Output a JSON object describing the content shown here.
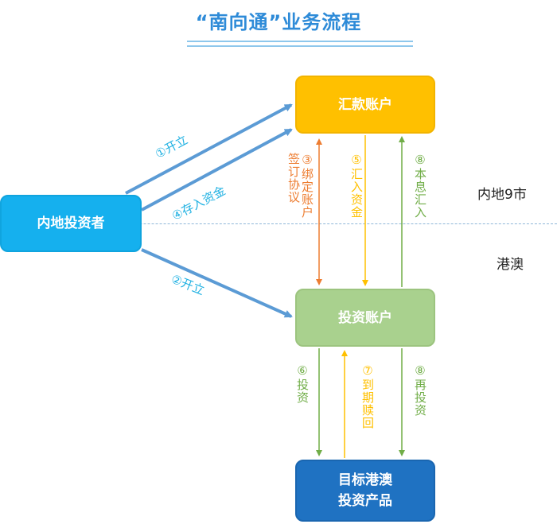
{
  "title": "“南向通”业务流程",
  "nodes": {
    "huikuan": "汇款账户",
    "touzi": "投资账户",
    "mubiao_line1": "目标港澳",
    "mubiao_line2": "投资产品",
    "neidi": "内地投资者"
  },
  "regions": {
    "north": "内地9市",
    "south": "港澳"
  },
  "steps": {
    "s1": "①开立",
    "s2": "②开立",
    "s3": "③绑定账户签订协议",
    "s4": "④存入资金",
    "s5": "⑤汇入资金",
    "s6": "⑥投资",
    "s7": "⑦到期赎回",
    "s8a": "⑧本息汇入",
    "s8b": "⑧再投资"
  },
  "colors": {
    "title": "#2e8bd8",
    "huikuan": "#ffc000",
    "touzi": "#a9d18e",
    "mubiao": "#1f72c2",
    "neidi": "#15b0ee",
    "arrow_blue": "#5b9bd5",
    "arrow_orange": "#ed7d31",
    "arrow_yellow": "#ffc000",
    "arrow_green": "#70ad47"
  }
}
